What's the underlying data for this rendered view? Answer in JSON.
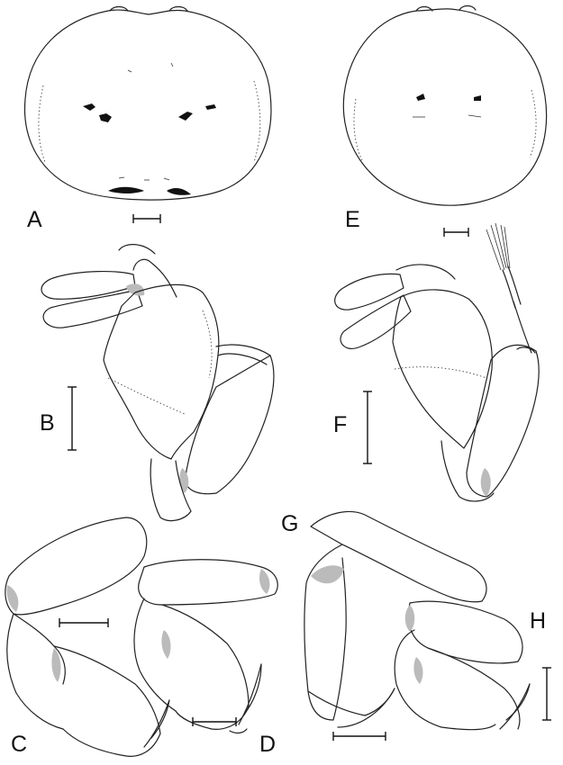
{
  "panels": [
    {
      "id": "A",
      "label": "A",
      "subject": "carapace-dorsal-spotted"
    },
    {
      "id": "B",
      "label": "B",
      "subject": "appendage-with-chela"
    },
    {
      "id": "C",
      "label": "C",
      "subject": "leg-with-claw"
    },
    {
      "id": "D",
      "label": "D",
      "subject": "leg-with-claw"
    },
    {
      "id": "E",
      "label": "E",
      "subject": "carapace-dorsal"
    },
    {
      "id": "F",
      "label": "F",
      "subject": "appendage-with-chela-and-setae"
    },
    {
      "id": "G",
      "label": "G",
      "subject": "leg-with-claw"
    },
    {
      "id": "H",
      "label": "H",
      "subject": "leg-with-claw"
    }
  ],
  "colors": {
    "ink": "#111111",
    "background": "#ffffff",
    "stipple": "#bbbbbb"
  }
}
